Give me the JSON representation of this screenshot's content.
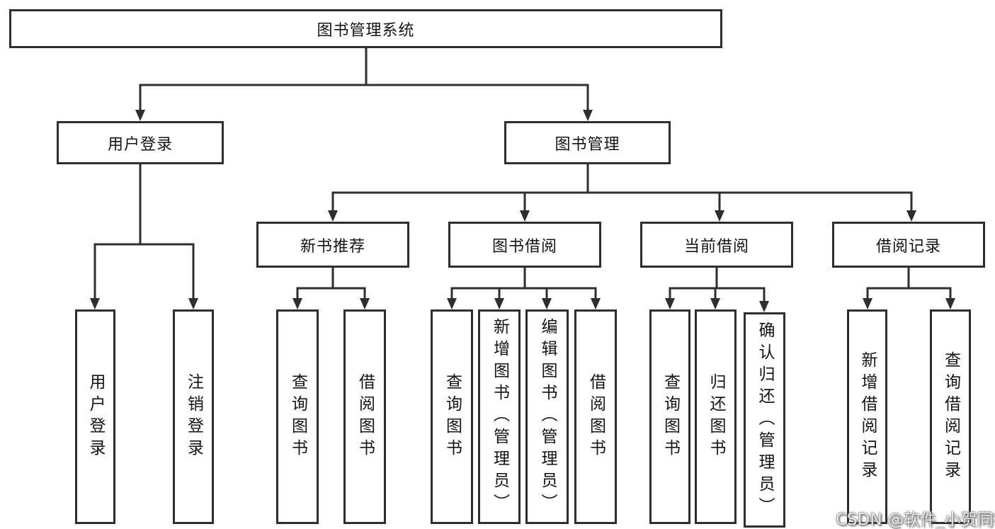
{
  "tree": {
    "label": "图书管理系统",
    "children": [
      {
        "label": "用户登录",
        "children": [
          {
            "label": "用户登录"
          },
          {
            "label": "注销登录"
          }
        ]
      },
      {
        "label": "图书管理",
        "children": [
          {
            "label": "新书推荐",
            "children": [
              {
                "label": "查询图书"
              },
              {
                "label": "借阅图书"
              }
            ]
          },
          {
            "label": "图书借阅",
            "children": [
              {
                "label": "查询图书"
              },
              {
                "label": "新增图书（管理员）"
              },
              {
                "label": "编辑图书（管理员）"
              },
              {
                "label": "借阅图书"
              }
            ]
          },
          {
            "label": "当前借阅",
            "children": [
              {
                "label": "查询图书"
              },
              {
                "label": "归还图书"
              },
              {
                "label": "确认归还（管理员）"
              }
            ]
          },
          {
            "label": "借阅记录",
            "children": [
              {
                "label": "新增借阅记录"
              },
              {
                "label": "查询借阅记录"
              }
            ]
          }
        ]
      }
    ]
  },
  "watermark": {
    "text": "CSDN @软件_小贺同学",
    "fill_color": "#eae4e1",
    "outline_color": "#6b6b6b"
  },
  "colors": {
    "background": "#ffffff",
    "line": "#2e2e2e",
    "box_border": "#2e2e2e",
    "box_fill": "#ffffff",
    "text": "#141414"
  }
}
